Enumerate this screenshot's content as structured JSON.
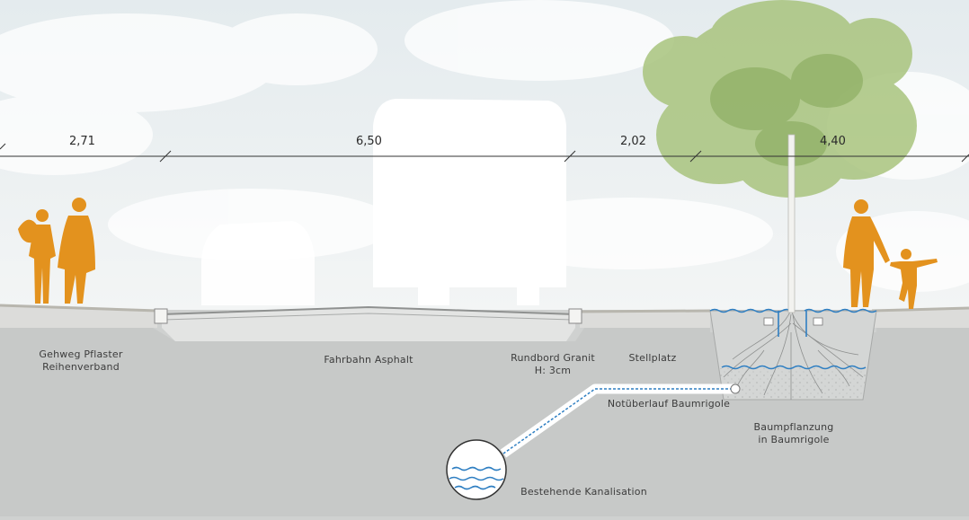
{
  "dimensions": [
    "2,71",
    "6,50",
    "2,02",
    "4,40"
  ],
  "labels": {
    "gehweg_line1": "Gehweg Pflaster",
    "gehweg_line2": "Reihenverband",
    "fahrbahn": "Fahrbahn Asphalt",
    "rundbord_line1": "Rundbord Granit",
    "rundbord_line2": "H: 3cm",
    "stellplatz": "Stellplatz",
    "notueberlauf": "Notüberlauf Baumrigole",
    "baum_line1": "Baumpflanzung",
    "baum_line2": "in Baumrigole",
    "kanalisation": "Bestehende Kanalisation"
  },
  "colors": {
    "figures": "#e3921e",
    "ground": "#c9cbca",
    "water": "#2f7fc2",
    "tree": "#a9c47e"
  },
  "icons": [
    "person-silhouette-icon",
    "tree-icon",
    "car-silhouette-icon",
    "bus-silhouette-icon"
  ]
}
